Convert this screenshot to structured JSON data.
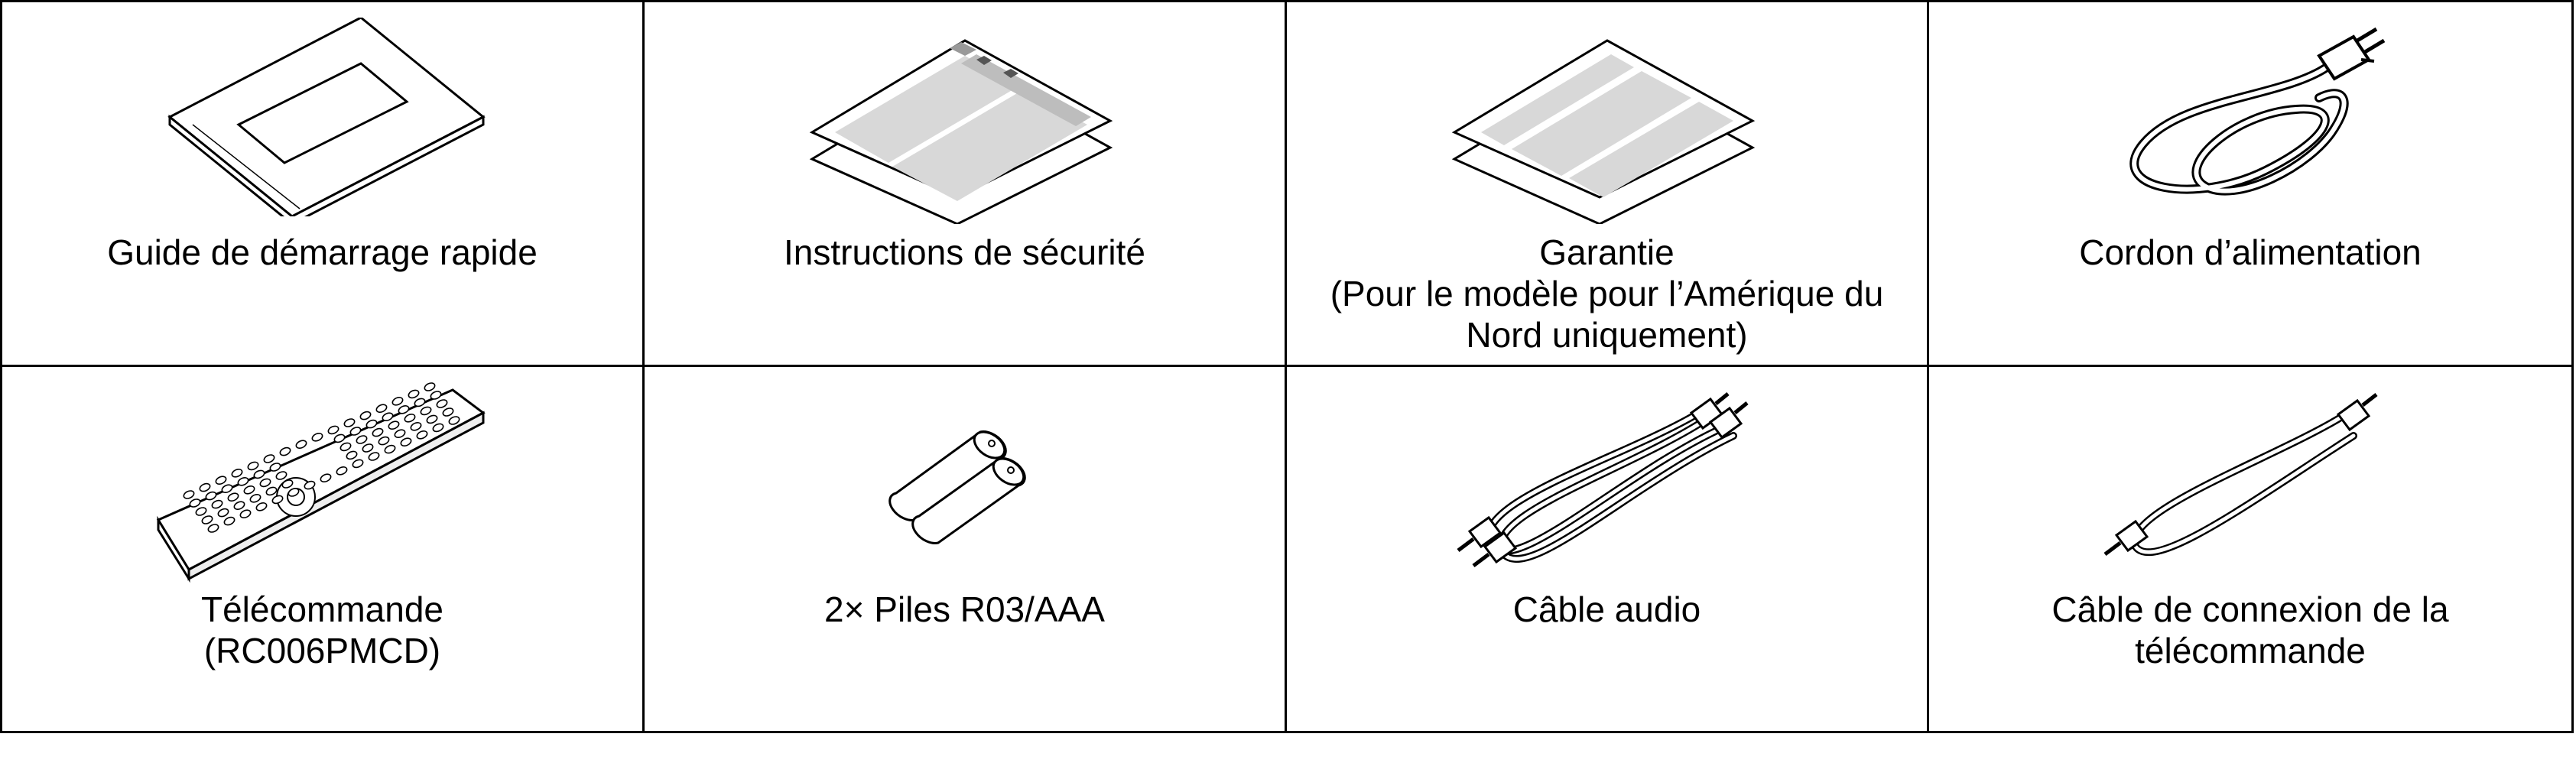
{
  "items": [
    {
      "label": "Guide de démarrage rapide",
      "icon": "quick-start-guide-icon"
    },
    {
      "label": "Instructions de sécurité",
      "icon": "safety-instructions-icon"
    },
    {
      "label": "Garantie\n(Pour le modèle pour l’Amérique du Nord uniquement)",
      "icon": "warranty-icon"
    },
    {
      "label": "Cordon d’alimentation",
      "icon": "power-cord-icon"
    },
    {
      "label": "Télécommande\n(RC006PMCD)",
      "icon": "remote-control-icon"
    },
    {
      "label": "2× Piles R03/AAA",
      "icon": "batteries-icon"
    },
    {
      "label": "Câble audio",
      "icon": "audio-cable-icon"
    },
    {
      "label": "Câble de connexion de la télécommande",
      "icon": "remote-connection-cable-icon"
    }
  ]
}
